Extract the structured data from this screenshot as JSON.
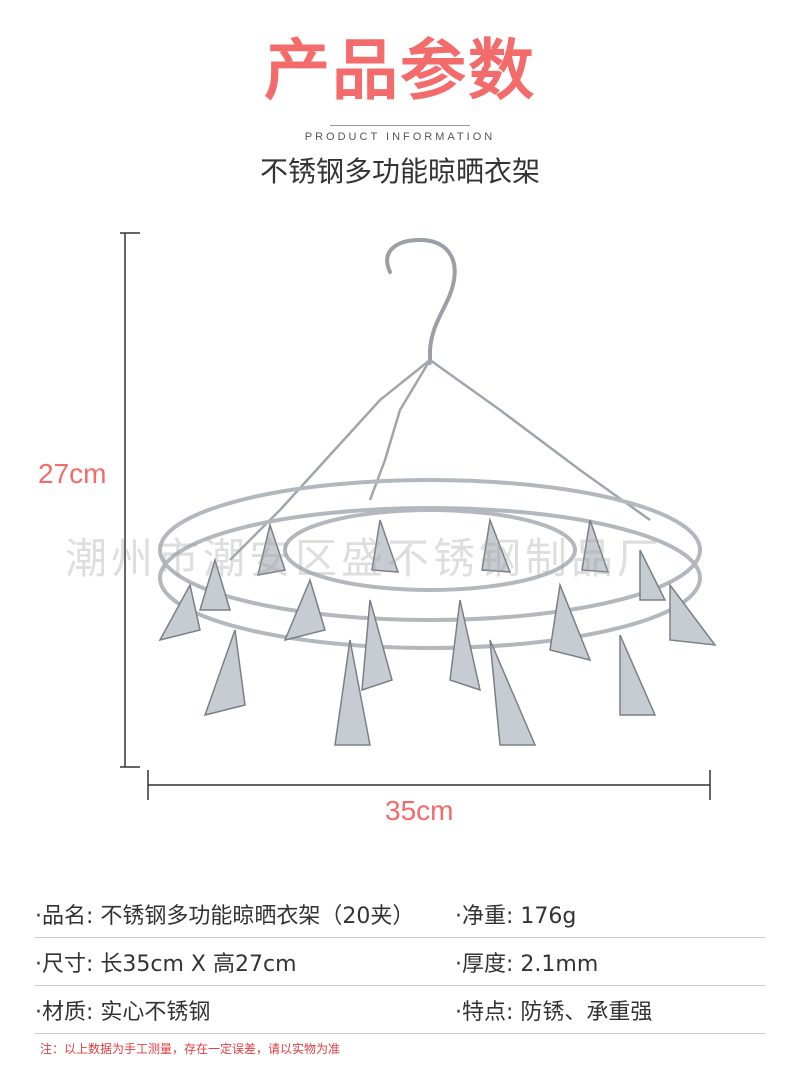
{
  "header": {
    "title": "产品参数",
    "subtitle_en": "PRODUCT INFORMATION",
    "product_name": "不锈钢多功能晾晒衣架"
  },
  "figure": {
    "height_label": "27cm",
    "width_label": "35cm",
    "watermark": "潮州市潮安区盛不锈钢制品厂",
    "accent_color": "#f36b6b"
  },
  "specs": {
    "rows": [
      {
        "left": "·品名: 不锈钢多功能晾晒衣架（20夹）",
        "right": "·净重: 176g"
      },
      {
        "left": "·尺寸: 长35cm X 高27cm",
        "right": "·厚度: 2.1mm"
      },
      {
        "left": "·材质: 实心不锈钢",
        "right": "·特点: 防锈、承重强"
      }
    ]
  },
  "note": "注：以上数据为手工测量，存在一定误差，请以实物为准"
}
